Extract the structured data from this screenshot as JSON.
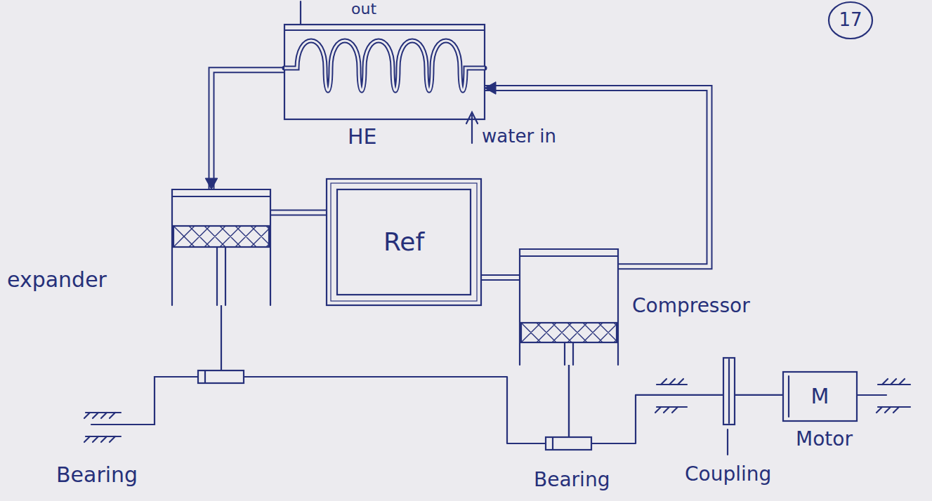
{
  "diagram": {
    "nodes": [
      {
        "text": [
          "HE"
        ]
      },
      {
        "text": [
          "17"
        ]
      },
      {
        "text": [
          "expander"
        ]
      },
      {
        "text": [
          "Ref"
        ]
      },
      {
        "text": [
          "Compressor"
        ]
      },
      {
        "text": [
          "M",
          "Motor"
        ]
      }
    ],
    "edges": [
      {
        "from": 0,
        "to": 2,
        "arrow": "to"
      },
      {
        "from": 4,
        "to": 0,
        "arrow": "to"
      },
      {
        "from": 2,
        "to": 3,
        "arrow": "none"
      },
      {
        "from": 3,
        "to": 4,
        "arrow": "none"
      },
      {
        "from": 2,
        "to": 4,
        "arrow": "none"
      },
      {
        "from": 4,
        "to": 5,
        "arrow": "none"
      }
    ],
    "labels": [
      "out",
      "water in",
      "Bearing",
      "Bearing",
      "Coupling"
    ]
  }
}
